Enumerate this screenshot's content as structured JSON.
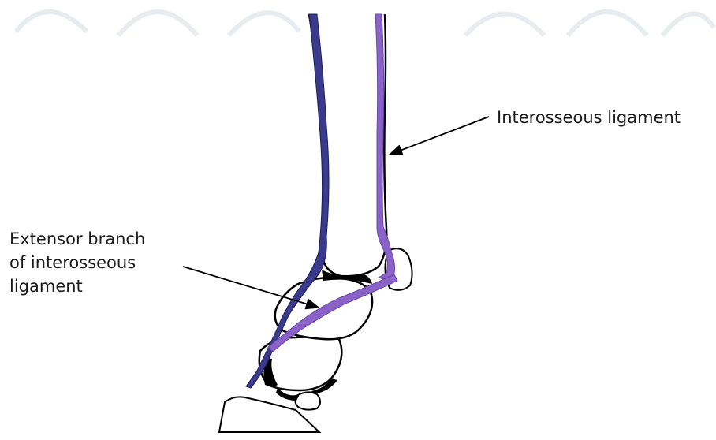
{
  "labels": {
    "interosseous_ligament": "Interosseous ligament",
    "extensor_branch": [
      "Extensor branch",
      "of interosseous",
      "ligament"
    ]
  },
  "colors": {
    "extensor_tendon": "#3a3a8c",
    "interosseous_ligament": "#8a62c8",
    "outline": "#000000",
    "background": "#ffffff"
  }
}
